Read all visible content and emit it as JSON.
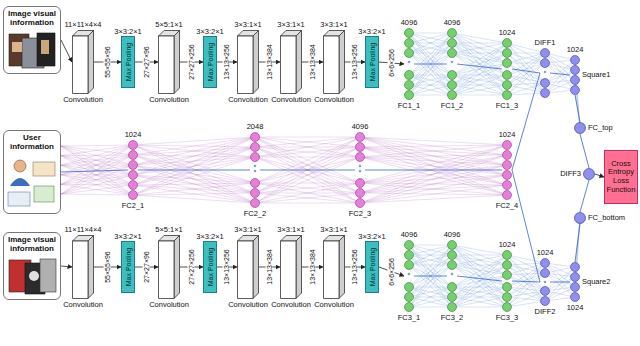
{
  "diagram": {
    "nodes": [
      {
        "text": [
          "Image visual information"
        ]
      },
      {
        "text": [
          "11×11×4×4",
          "Convolution"
        ]
      },
      {
        "text": [
          "3×3:2×1",
          "Max Pooling"
        ]
      },
      {
        "text": [
          "5×5:1×1",
          "Convolution"
        ]
      },
      {
        "text": [
          "3×3:2×1",
          "Max Pooling"
        ]
      },
      {
        "text": [
          "3×3:1×1",
          "Convolution"
        ]
      },
      {
        "text": [
          "3×3:1×1",
          "Convolution"
        ]
      },
      {
        "text": [
          "3×3:1×1",
          "Convolution"
        ]
      },
      {
        "text": [
          "3×3:2×1",
          "Max Pooling"
        ]
      },
      {
        "text": [
          "4096",
          "FC1_1"
        ]
      },
      {
        "text": [
          "4096",
          "FC1_2"
        ]
      },
      {
        "text": [
          "1024",
          "FC1_3"
        ]
      },
      {
        "text": [
          "DIFF1"
        ]
      },
      {
        "text": [
          "1024",
          "Square1"
        ]
      },
      {
        "text": [
          "FC_top"
        ]
      },
      {
        "text": [
          "User information"
        ]
      },
      {
        "text": [
          "1024",
          "FC2_1"
        ]
      },
      {
        "text": [
          "2048",
          "FC2_2"
        ]
      },
      {
        "text": [
          "4096",
          "FC2_3"
        ]
      },
      {
        "text": [
          "1024",
          "FC2_4"
        ]
      },
      {
        "text": [
          "DIFF3"
        ]
      },
      {
        "text": [
          "Cross Entropy Loss Function"
        ]
      },
      {
        "text": [
          "Image visual information"
        ]
      },
      {
        "text": [
          "11×11×4×4",
          "Convolution"
        ]
      },
      {
        "text": [
          "3×3:2×1",
          "Max Pooling"
        ]
      },
      {
        "text": [
          "5×5:1×1",
          "Convolution"
        ]
      },
      {
        "text": [
          "3×3:2×1",
          "Max Pooling"
        ]
      },
      {
        "text": [
          "3×3:1×1",
          "Convolution"
        ]
      },
      {
        "text": [
          "3×3:1×1",
          "Convolution"
        ]
      },
      {
        "text": [
          "3×3:1×1",
          "Convolution"
        ]
      },
      {
        "text": [
          "3×3:2×1",
          "Max Pooling"
        ]
      },
      {
        "text": [
          "4096",
          "FC3_1"
        ]
      },
      {
        "text": [
          "4096",
          "FC3_2"
        ]
      },
      {
        "text": [
          "1024",
          "FC3_3"
        ]
      },
      {
        "text": [
          "1024",
          "DIFF2"
        ]
      },
      {
        "text": [
          "1024",
          "Square2"
        ]
      },
      {
        "text": [
          "FC_bottom"
        ]
      }
    ],
    "edges": [
      {
        "from": 0,
        "to": 1,
        "arrow": "to"
      },
      {
        "from": 1,
        "to": 2,
        "label": "55×55×96",
        "arrow": "to"
      },
      {
        "from": 2,
        "to": 3,
        "label": "27×27×96",
        "arrow": "to"
      },
      {
        "from": 3,
        "to": 4,
        "label": "27×27×256",
        "arrow": "to"
      },
      {
        "from": 4,
        "to": 5,
        "label": "13×13×256",
        "arrow": "to"
      },
      {
        "from": 5,
        "to": 6,
        "label": "13×13×384",
        "arrow": "to"
      },
      {
        "from": 6,
        "to": 7,
        "label": "13×13×384",
        "arrow": "to"
      },
      {
        "from": 7,
        "to": 8,
        "label": "13×13×256",
        "arrow": "to"
      },
      {
        "from": 8,
        "to": 9,
        "label": "6×6×256",
        "arrow": "to"
      },
      {
        "from": 9,
        "to": 10,
        "arrow": "none"
      },
      {
        "from": 10,
        "to": 11,
        "arrow": "none"
      },
      {
        "from": 11,
        "to": 12,
        "arrow": "none"
      },
      {
        "from": 19,
        "to": 12,
        "arrow": "none"
      },
      {
        "from": 12,
        "to": 13,
        "arrow": "none"
      },
      {
        "from": 13,
        "to": 14,
        "arrow": "none"
      },
      {
        "from": 14,
        "to": 20,
        "arrow": "none"
      },
      {
        "from": 15,
        "to": 16,
        "arrow": "none"
      },
      {
        "from": 16,
        "to": 17,
        "arrow": "none"
      },
      {
        "from": 17,
        "to": 18,
        "arrow": "none"
      },
      {
        "from": 18,
        "to": 19,
        "arrow": "none"
      },
      {
        "from": 19,
        "to": 34,
        "arrow": "none"
      },
      {
        "from": 22,
        "to": 23,
        "arrow": "to"
      },
      {
        "from": 23,
        "to": 24,
        "label": "55×55×96",
        "arrow": "to"
      },
      {
        "from": 24,
        "to": 25,
        "label": "27×27×96",
        "arrow": "to"
      },
      {
        "from": 25,
        "to": 26,
        "label": "27×27×256",
        "arrow": "to"
      },
      {
        "from": 26,
        "to": 27,
        "label": "13×13×256",
        "arrow": "to"
      },
      {
        "from": 27,
        "to": 28,
        "label": "13×13×384",
        "arrow": "to"
      },
      {
        "from": 28,
        "to": 29,
        "label": "13×13×384",
        "arrow": "to"
      },
      {
        "from": 29,
        "to": 30,
        "label": "13×13×256",
        "arrow": "to"
      },
      {
        "from": 30,
        "to": 31,
        "label": "6×6×256",
        "arrow": "to"
      },
      {
        "from": 31,
        "to": 32,
        "arrow": "none"
      },
      {
        "from": 32,
        "to": 33,
        "arrow": "none"
      },
      {
        "from": 33,
        "to": 34,
        "arrow": "none"
      },
      {
        "from": 34,
        "to": 35,
        "arrow": "none"
      },
      {
        "from": 35,
        "to": 36,
        "arrow": "none"
      },
      {
        "from": 36,
        "to": 20,
        "arrow": "none"
      },
      {
        "from": 20,
        "to": 21,
        "arrow": "to"
      }
    ]
  }
}
